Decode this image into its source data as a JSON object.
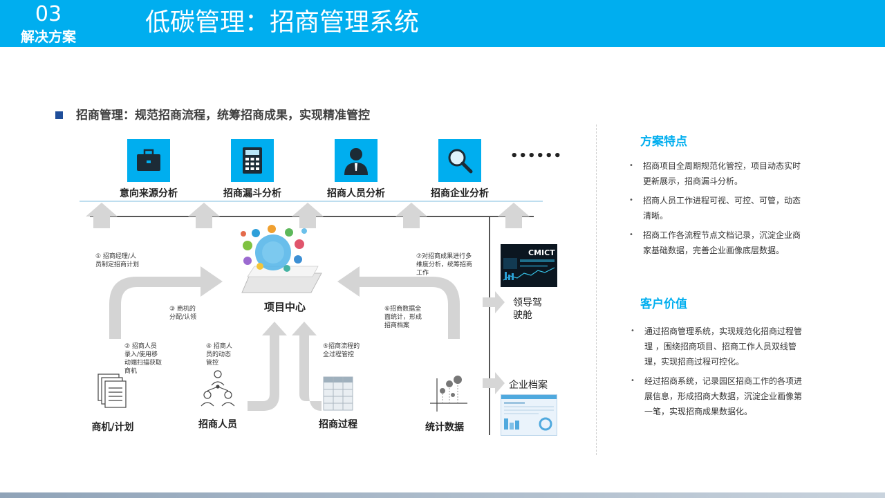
{
  "header": {
    "section_number": "03",
    "section_name": "解决方案",
    "title": "低碳管理：招商管理系统"
  },
  "subtitle": "招商管理：规范招商流程，统筹招商成果，实现精准管控",
  "diagram": {
    "top_items": [
      {
        "label": "意向来源分析",
        "icon": "briefcase-icon"
      },
      {
        "label": "招商漏斗分析",
        "icon": "calculator-icon"
      },
      {
        "label": "招商人员分析",
        "icon": "person-icon"
      },
      {
        "label": "招商企业分析",
        "icon": "magnifier-icon"
      }
    ],
    "more": "••••••",
    "center_label": "项目中心",
    "notes": {
      "n1": "① 招商经理/人\n员制定招商计划",
      "n2": "② 招商人员\n录入/使用移\n动端扫描获取\n商机",
      "n3": "③ 商机的\n分配/认领",
      "n4": "④ 招商人\n员的动态\n管控",
      "n5": "⑤招商流程的\n全过程管控",
      "n6": "⑥招商数据全\n面统计，形成\n招商档案",
      "n7": "⑦对招商成果进行多\n维度分析，统筹招商\n工作"
    },
    "bottom_items": [
      {
        "label": "商机/计划",
        "icon": "documents-icon"
      },
      {
        "label": "招商人员",
        "icon": "people-network-icon"
      },
      {
        "label": "招商过程",
        "icon": "process-grid-icon"
      },
      {
        "label": "统计数据",
        "icon": "scatter-chart-icon"
      }
    ],
    "side_items": {
      "cockpit": "领导驾\n驶舱",
      "archive": "企业档案",
      "dashboard_brand": "CMICT"
    }
  },
  "panel": {
    "features_heading": "方案特点",
    "features": [
      "招商项目全周期规范化管控，项目动态实时更新展示，招商漏斗分析。",
      "招商人员工作进程可视、可控、可管，动态清晰。",
      "招商工作各流程节点文档记录，沉淀企业商家基础数据，完善企业画像底层数据。"
    ],
    "value_heading": "客户价值",
    "values": [
      "通过招商管理系统，实现规范化招商过程管理 ，围绕招商项目、招商工作人员双线管理，实现招商过程可控化。",
      "经过招商系统，记录园区招商工作的各项进展信息，形成招商大数据，沉淀企业画像第一笔，实现招商成果数据化。"
    ]
  },
  "colors": {
    "accent": "#00aeef",
    "bullet": "#1f4e9a",
    "arrow": "#d4d4d4"
  }
}
